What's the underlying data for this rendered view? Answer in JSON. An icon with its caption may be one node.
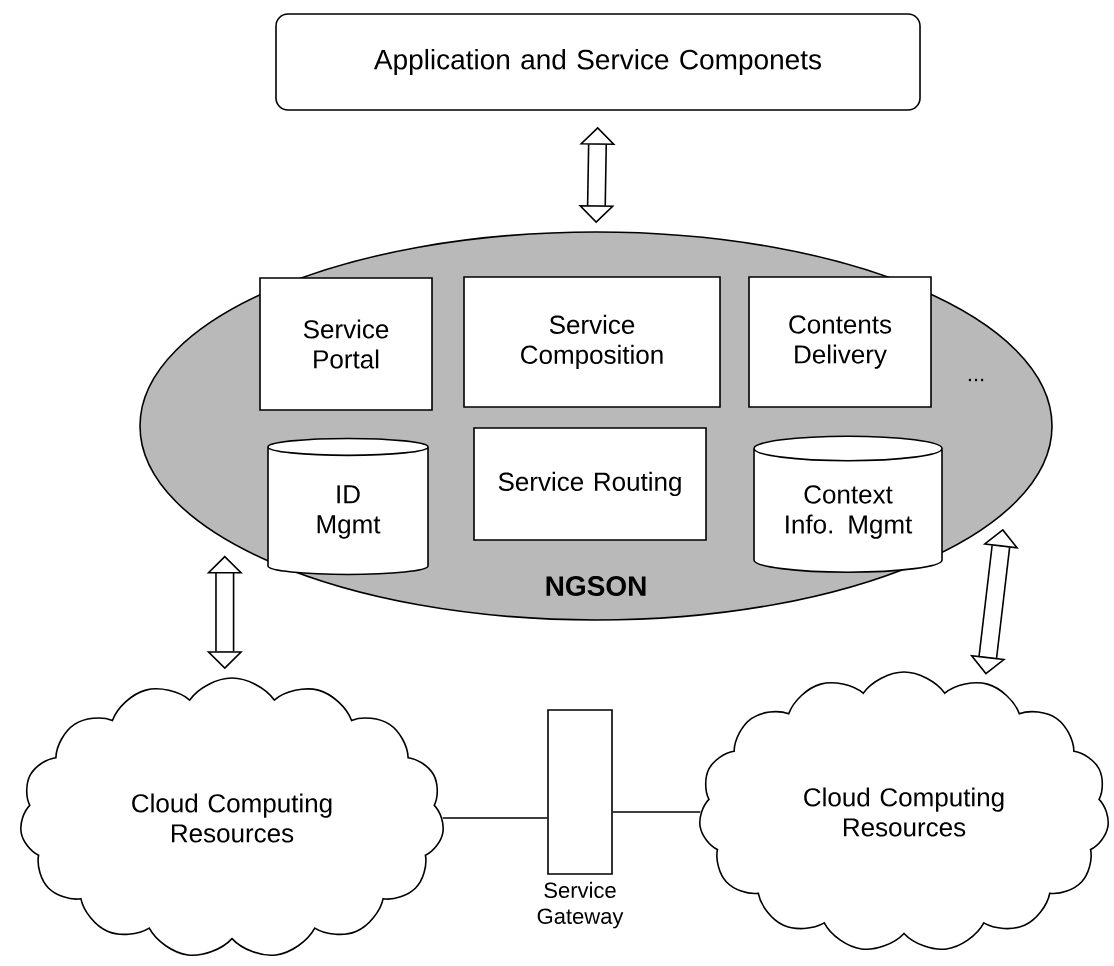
{
  "diagram": {
    "nodes": [
      {
        "text": [
          "Application and Service Componets"
        ]
      },
      {
        "text": [
          "NGSON"
        ]
      },
      {
        "text": [
          "Service Portal"
        ],
        "in": 1
      },
      {
        "text": [
          "Service Composition"
        ],
        "in": 1
      },
      {
        "text": [
          "Contents Delivery"
        ],
        "in": 1
      },
      {
        "text": [
          "ID Mgmt"
        ],
        "in": 1
      },
      {
        "text": [
          "Service Routing"
        ],
        "in": 1
      },
      {
        "text": [
          "Context Info. Mgmt"
        ],
        "in": 1
      },
      {
        "text": [
          "Cloud Computing Resources"
        ]
      },
      {
        "text": [],
        "shape": "bar",
        "beside": [
          "Service Gateway"
        ]
      },
      {
        "text": [
          "Cloud Computing Resources"
        ]
      }
    ],
    "edges": [
      {
        "from": 0,
        "to": 1,
        "arrow": "both"
      },
      {
        "from": 1,
        "to": 8,
        "arrow": "both"
      },
      {
        "from": 1,
        "to": 10,
        "arrow": "both"
      },
      {
        "from": 8,
        "to": 9,
        "arrow": "none"
      },
      {
        "from": 9,
        "to": 10,
        "arrow": "none"
      }
    ],
    "labels": [
      "..."
    ]
  }
}
